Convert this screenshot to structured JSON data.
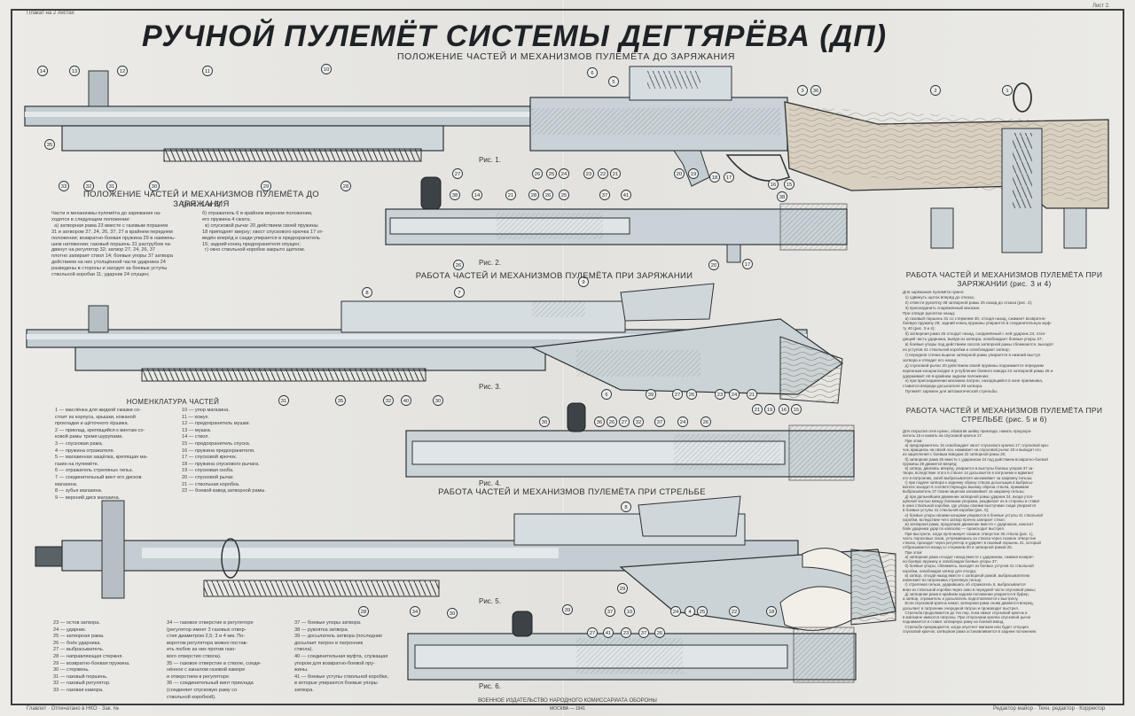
{
  "header": {
    "plakat": "Плакат на 2 листах",
    "sheet": "Лист 2."
  },
  "title": "РУЧНОЙ ПУЛЕМЁТ СИСТЕМЫ ДЕГТЯРЁВА (ДП)",
  "subtitle": "ПОЛОЖЕНИЕ ЧАСТЕЙ И МЕХАНИЗМОВ ПУЛЕМЁТА ДО ЗАРЯЖАНИЯ",
  "sections": {
    "before_loading": "ПОЛОЖЕНИЕ ЧАСТЕЙ И МЕХАНИЗМОВ ПУЛЕМЁТА ДО ЗАРЯЖАНИЯ",
    "before_loading_ref": "(рис. 1 и 2)",
    "loading_center": "РАБОТА ЧАСТЕЙ И МЕХАНИЗМОВ ПУЛЕМЁТА ПРИ ЗАРЯЖАНИИ",
    "firing_center": "РАБОТА ЧАСТЕЙ И МЕХАНИЗМОВ ПУЛЕМЁТА ПРИ СТРЕЛЬБЕ",
    "loading_right": "РАБОТА ЧАСТЕЙ И МЕХАНИЗМОВ ПУЛЕМЁТА ПРИ ЗАРЯЖАНИИ (рис. 3 и 4)",
    "firing_right": "РАБОТА ЧАСТЕЙ И МЕХАНИЗМОВ ПУЛЕМЁТА ПРИ СТРЕЛЬБЕ (рис. 5 и 6)",
    "nomenclature": "НОМЕНКЛАТУРА ЧАСТЕЙ"
  },
  "figures": [
    "Рис. 1.",
    "Рис. 2.",
    "Рис. 3.",
    "Рис. 4.",
    "Рис. 5.",
    "Рис. 6."
  ],
  "callouts": {
    "fig1": [
      "14",
      "13",
      "12",
      "11",
      "10",
      "6",
      "5",
      "3",
      "36",
      "2",
      "1",
      "35",
      "33",
      "32",
      "31",
      "30",
      "29",
      "28",
      "27",
      "26",
      "25",
      "24",
      "23",
      "22",
      "21",
      "20",
      "19",
      "18",
      "17",
      "16",
      "15"
    ],
    "fig2": [
      "38",
      "14",
      "21",
      "28",
      "26",
      "25",
      "37",
      "41",
      "38",
      "20",
      "17",
      "26"
    ],
    "fig3": [
      "8",
      "7",
      "9",
      "32",
      "35",
      "31",
      "40",
      "30",
      "6",
      "39",
      "27",
      "26",
      "23",
      "24",
      "21",
      "21",
      "19",
      "16",
      "15"
    ],
    "fig4": [
      "30",
      "36",
      "26",
      "27",
      "32",
      "37",
      "24",
      "26"
    ],
    "fig5": [
      "8",
      "39",
      "34",
      "28",
      "37",
      "10",
      "29",
      "30",
      "4",
      "24",
      "25",
      "22",
      "18"
    ],
    "fig6": [
      "27",
      "41",
      "23",
      "37",
      "26"
    ]
  },
  "before_loading_text_left": "Части и механизмы пулемёта до заряжания на-\nходятся в следующем положении:\n  а) затворная рама 23 вместе с газовым поршнем\n31 и затвором 27, 24, 26, 37, 27 в крайнем переднем\nположении; возвратно-боевая пружина 29 в наимень-\nшем натяжении; газовый поршень 31 раструбом ча-\nдвинут на регулятор 32; затвор 27, 24, 26, 37\nплотно запирает ствол 14; боевые упоры 37 затвора\nдействием на них утолщённой части ударника 24\nразведены в стороны и заходят за боевые уступы\nствольной коробки 11; ударник 24 спущен;",
  "before_loading_text_right": "б) отражатель 6 в крайнем верхнем положении,\nего пружина 4 сжата;\n  в) спусковой рычаг 20 действием своей пружины\n18 приподнят кверху; хвост спускового крючка 17 от-\nведён вперёд и сзади упирается в предохранитель\n15; задний конец предохранителя опущен;\n  г) окно ствольной коробки закрыто щитком.",
  "nomenclature": [
    "1 — маслёнка для жидкой смазки со-",
    "    стоит из корпуса, крышки, кожаной",
    "    прокладки и щёточного ёршика.",
    "2 — приклад, крепящийся к винтам со-",
    "    ковой рамы тремя шурупами.",
    "3 — спусковая рама.",
    "4 — пружина отражателя.",
    "5 — магазинная защёлка, крепящая ма-",
    "    газин на пулемёте.",
    "6 — отражатель стреляных гильз.",
    "7 — соединительный винт его дисков",
    "    магазина.",
    "8 — зубья магазина.",
    "9 — верхний диск магазина."
  ],
  "nomenclature_col2": [
    "10 — упор магазина.",
    "11 — кожух.",
    "12 — предохранитель мушки.",
    "13 — мушка.",
    "14 — ствол.",
    "15 — предохранитель спуска.",
    "16 — пружина предохранителя.",
    "17 — спусковой крючок.",
    "18 — пружина спускового рычага.",
    "19 — спусковая скоба.",
    "20 — спусковой рычаг.",
    "21 — ствольная коробка.",
    "22 — боевой взвод затворной рамы."
  ],
  "bottom_legend_col1": [
    "23 — остов затвора.",
    "24 — ударник.",
    "25 — затворная рама.",
    "26 — боёк ударника.",
    "27 — выбрасыватель.",
    "28 — направляющая стержня.",
    "29 — возвратно-боевая пружина.",
    "30 — стержень.",
    "31 — газовый поршень.",
    "32 — газовый регулятор.",
    "33 — газовая камора."
  ],
  "bottom_legend_col2": [
    "34 — газовое отверстие в регуляторе",
    "     (регулятор имеет 3 газовых отвер-",
    "     стия диаметром 2,5; 3 и 4 мм. По-",
    "     воротом регулятора можно постав-",
    "     ить любое из них против газо-",
    "     вого отверстия ствола).",
    "35 — газовое отверстие в стволе, соеди-",
    "     нённое с каналом газовой каморе",
    "     и отверстием в регуляторе.",
    "36 — соединительный винт приклада",
    "     (соединяет спусковую раму со",
    "     ствольной коробкой)."
  ],
  "bottom_legend_col3": [
    "37 — боевые упоры затвора.",
    "38 — рукоятка затвора.",
    "39 — досылатель затвора (последние",
    "     досылает патрон в патронник",
    "     ствола).",
    "40 — соединительная муфта, служащая",
    "     упором для возвратно-боевой пру-",
    "     жины.",
    "41 — боевые уступы ствольной коробки,",
    "     в которые упираются боевые упоры",
    "     затвора."
  ],
  "right_loading_text": "Для заряжания пулемёта нужно:\n  1) сдвинуть щиток вперёд до отказа;\n  2) отвести рукоятку 38 затворной рамы 25 назад до отказа (рис. 4);\n  3) присоединить снаряженный магазин.\nПри отводе рукоятки назад:\n  а) газовый поршень 31 со стержнем 30, отходя назад, сжимает возвратно-\nбоевую пружину 29; задний конец пружины упирается в соединительную муф-\nту 40 (рис. 3 и 4);\n  б) затворная рама 25 отходит назад, соединённый с ней ударник 24, отхо-\nдящий часть ударника, выйдя из затвора, освобождает боевые упоры 37;\n  в) боевые упоры под действием скосов затворной рамы сближаются, выходят\nиз уступов 41 ствольной коробки и освобождают затвор;\n  г) передняя стенка вырезе затворной рамы упирается в нижний выступ\nзатвора и отводит его назад;\n  д) спусковой рычаг 20 действием своей пружины поднимается передним\nкоренным концом входит в углубление боевого взвода 22 затворной рамы 25 и\nудерживает её в крайнем заднем положении;\n  е) при присоединении магазина патрон, находящийся в окне приемника,\nставится впереди досылателя 39 затвора.\n  Пулемёт заряжен для автоматической стрельбы.",
  "right_firing_text": "Для открытия огня нужно, обхватив шейку приклада, нажать предохра-\nнитель 15 и нажать на спусковой крючок 17.\n  При этом:\n  а) предохранитель 15 освобождает хвост спускового крючка 17; спусковой крю-\nчок, вращаясь на своей оси, нажимает на спусковой рычаг 20 и выводит его\nиз зацепления с боевым взводом 22 затворной рамы 25;\n  б) затворная рама 25 вместе с ударником 24 под действием возвратно-боевой\nпружины 29 движется вперёд;\n  в) затвор, двигаясь вперёд, упирается в выступы боевых упоров 37 за-\nтвора, вследствие этого в стволе 14 досылается в патронник и вдвигает\nего в патронник, загиб выбрасывателя заскакивает за закраину гильзы;\n  г) при подаче затвора к заднему обрезу ствола досыльщик в выбрасы-\nвателе заходит в соответствующую выемку обреза ствола, прижимая\nвыбрасыватель 27 своим зацепом заскакивает за закраину гильзы;\n  д) при дальнейшем движении затворной рамы ударник 24, входя утол-\nщённой частью между боевыми упорами, раздвигает их в стороны и ставит\nв окна ствольной коробки, где упоры своими выступами сзади упираются\nв боевые уступы 41 ствольной коробки (рис. 5);\n  е) боевые упоры своими концами упираются в боевые уступы 41 ствольной\nкоробки, вследствие чего затвор прочно запирает ствол;\n  ж) затворная рама, продолжая движение вместе с ударником, наносит\nбоёк ударника удар по капсюлю — происходит выстрел.\n  При выстреле, когда пуля минует газовое отверстие 35 ствола (рис. 1),\nчасть пороховых газов, устремившись из ствола через газовое отверстие\nствола, проходит через регулятор и ударяет в газовый поршень 31, который\nотбрасывается назад со стержнем 30 и затворной рамой 25.\n  При этом:\n  а) затворная рама отходит назад вместе с ударником, сжимая возврат-\nно-боевую пружину и освобождая боевые упоры 37;\n  б) боевые упоры, сближаясь, выходят из боевых уступов 41 ствольной\nкоробки, освобождая затвор для отхода;\n  в) затвор, отходя назад вместе с затворной рамой, выбрасывателем\nизвлекает из патронника стреляную гильзу;\n  г) стреляная гильза, ударившись об отражатель 6, выбрасывается\nвниз из ствольной коробки через окно в передней части спусковой рамы;\n  д) затворная рама в крайнем заднем положении упирается в буфер,\nа затвор, отражатель и досылатель подготовляются к выстрелу.\n  Если спусковой крючок нажат, затворная рама снова движется вперёд,\nдосылает в патронник очередной патрон и производит выстрел.\n  Стрельба продолжается до тех пор, пока нажат спусковой крючок и\nв магазине имеются патроны. При отпускании крючка спусковой рычаг\nподнимается и ставит затворную раму на боевой взвод.\n  Стрельба прекращается, когда опустеет магазин или будет отпущен\nспусковой крючок; затворная рама останавливается в заднем положении.",
  "footer": {
    "publisher": "ВОЕННОЕ ИЗДАТЕЛЬСТВО НАРОДНОГО КОМИССАРИАТА ОБОРОНЫ",
    "city": "МОСКВА — 1941",
    "left_print": "Главлит  ·  Отпечатано в НКО  ·  Зак. №",
    "right_print": "Редактор майор  ·  Техн. редактор  ·  Корректор"
  },
  "colors": {
    "metal": "#c4ced2",
    "metal_light": "#dde4e6",
    "ink": "#262a2e",
    "wood": "#d7cfbf",
    "paper": "#e9e8e4"
  }
}
